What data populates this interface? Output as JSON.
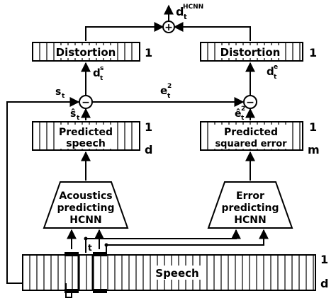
{
  "diagram": {
    "top_output": {
      "main": "d",
      "sub": "t",
      "sup": "HCNN"
    },
    "left": {
      "distortion_label": "Distortion",
      "distortion_dim": "1",
      "distortion_signal": {
        "main": "d",
        "sub": "t",
        "sup": "s"
      },
      "target": {
        "main": "s",
        "sub": "t"
      },
      "prediction": {
        "main": "ŝ",
        "sub": "t"
      },
      "predicted_line1": "Predicted",
      "predicted_line2": "speech",
      "predicted_dim_top": "1",
      "predicted_dim_bottom": "d",
      "hcnn_line1": "Acoustics",
      "hcnn_line2": "predicting",
      "hcnn_line3": "HCNN"
    },
    "right": {
      "distortion_label": "Distortion",
      "distortion_dim": "1",
      "distortion_signal": {
        "main": "d",
        "sub": "t",
        "sup": "e"
      },
      "target": {
        "main": "e",
        "sub": "t",
        "sup": "2"
      },
      "prediction": {
        "main": "ê",
        "sub": "t",
        "sup": "2"
      },
      "predicted_line1": "Predicted",
      "predicted_line2": "squared error",
      "predicted_dim_top": "1",
      "predicted_dim_bottom": "m",
      "hcnn_line1": "Error",
      "hcnn_line2": "predicting",
      "hcnn_line3": "HCNN"
    },
    "speech": {
      "label": "Speech",
      "dim_top": "1",
      "dim_bottom": "d",
      "time_label": "t"
    },
    "operators": {
      "sum": "+",
      "minus": "−"
    }
  }
}
